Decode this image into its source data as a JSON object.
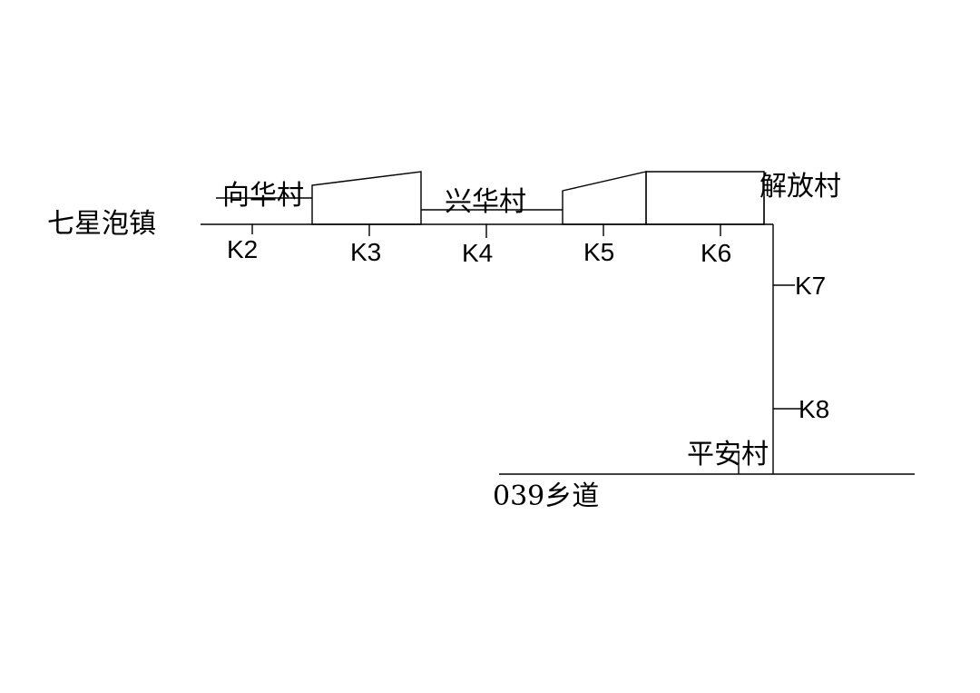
{
  "places": {
    "qixingpao": "七星泡镇",
    "xianghua": "向华村",
    "xinghua": "兴华村",
    "jiefang": "解放村",
    "pingan": "平安村",
    "road": "039乡道"
  },
  "markers": {
    "k2": "K2",
    "k3": "K3",
    "k4": "K4",
    "k5": "K5",
    "k6": "K6",
    "k7": "K7",
    "k8": "K8"
  }
}
